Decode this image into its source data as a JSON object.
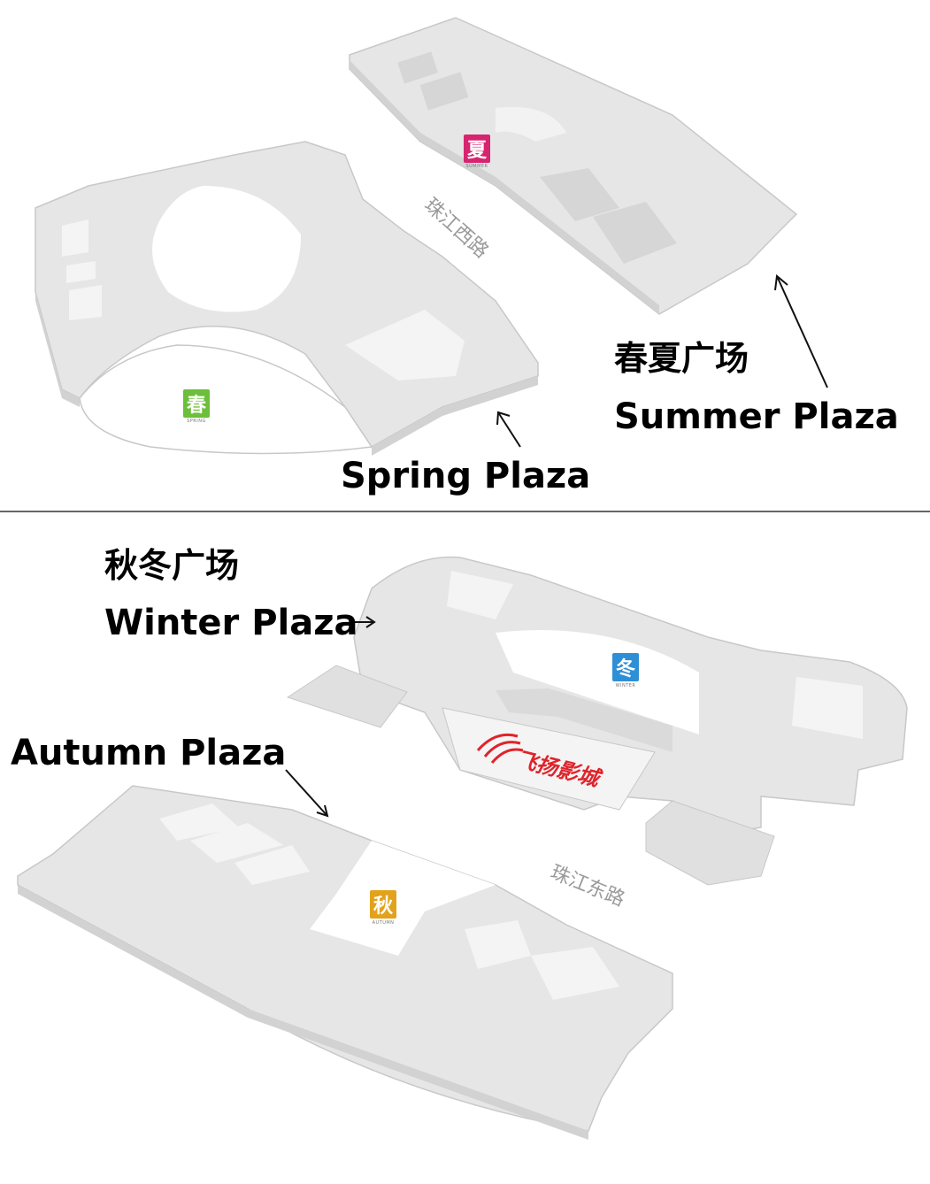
{
  "labels": {
    "summer_cn": "春夏广场",
    "summer_en": "Summer Plaza",
    "spring_en": "Spring Plaza",
    "winter_cn": "秋冬广场",
    "winter_en": "Winter Plaza",
    "autumn_en": "Autumn Plaza"
  },
  "badges": {
    "summer": {
      "char": "夏",
      "sub": "SUMMER",
      "color": "#d6246e"
    },
    "spring": {
      "char": "春",
      "sub": "SPRING",
      "color": "#6cbf3a"
    },
    "winter": {
      "char": "冬",
      "sub": "WINTER",
      "color": "#2e8fd6"
    },
    "autumn": {
      "char": "秋",
      "sub": "AUTUMN",
      "color": "#e2a21c"
    }
  },
  "roads": {
    "west": "珠江西路",
    "east": "珠江东路"
  },
  "cinema": {
    "name": "飞扬影城",
    "color": "#e0232a"
  },
  "colors": {
    "building": "#e6e6e6",
    "building_side": "#d2d2d2",
    "block": "#f4f4f4",
    "outline": "#c8c8c8",
    "divider": "#333333"
  }
}
